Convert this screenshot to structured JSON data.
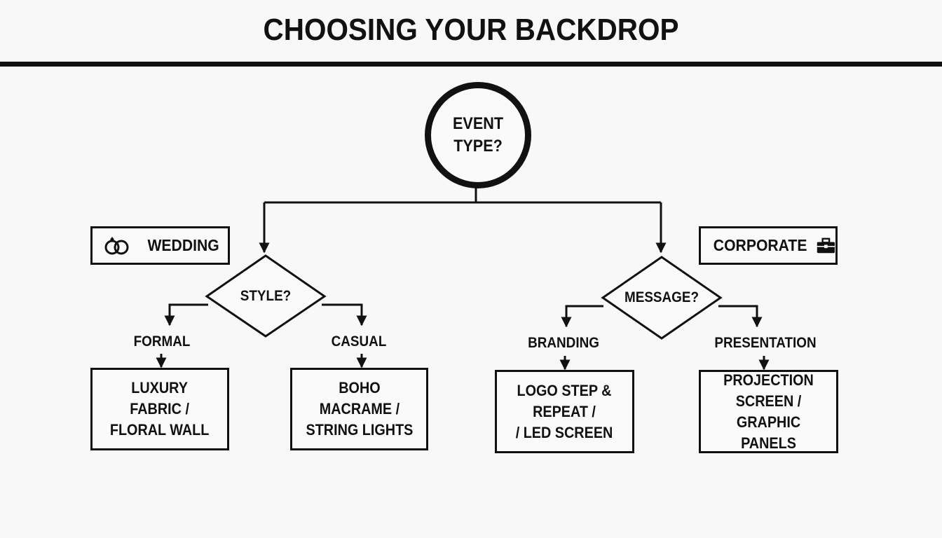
{
  "title": "CHOOSING YOUR BACKDROP",
  "root": {
    "text": "EVENT\nTYPE?"
  },
  "categories": {
    "wedding": {
      "label": "WEDDING",
      "icon": "wedding-rings-icon"
    },
    "corporate": {
      "label": "CORPORATE",
      "icon": "briefcase-icon"
    }
  },
  "decisions": {
    "style": "STYLE?",
    "message": "MESSAGE?"
  },
  "branches": {
    "formal": "FORMAL",
    "casual": "CASUAL",
    "branding": "BRANDING",
    "presentation": "PRESENTATION"
  },
  "results": {
    "formal": "LUXURY\nFABRIC /\nFLORAL WALL",
    "casual": "BOHO\nMACRAME /\nSTRING LIGHTS",
    "branding": "LOGO STEP &\nREPEAT /\n/ LED SCREEN",
    "presentation": "PROJECTION\nSCREEN /\nGRAPHIC PANELS"
  }
}
